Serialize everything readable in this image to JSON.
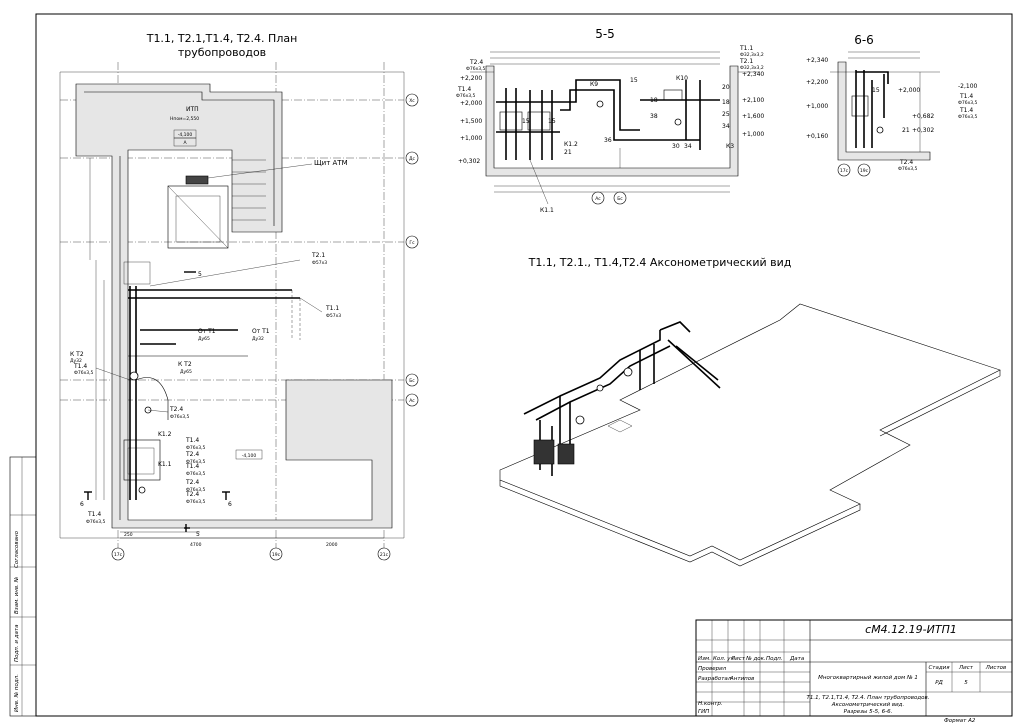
{
  "plan": {
    "title_line1": "T1.1, T2.1,T1.4, T2.4. План",
    "title_line2": "трубопроводов",
    "room_name": "ИТП",
    "room_height": "Hпом=2,550",
    "room_level": "-4,100",
    "room_tag": "А",
    "floor_level": "-4,100",
    "shield_label": "Щит АТМ",
    "section_mark_5": "5",
    "section_mark_6": "6",
    "axes_right": [
      "Хс",
      "Дс",
      "Гс",
      "Бс",
      "Ас"
    ],
    "axes_bottom": [
      "17с",
      "19с",
      "21с"
    ],
    "dims_bottom": [
      "250",
      "4700",
      "2000"
    ],
    "pipes": [
      {
        "name": "T2.1",
        "size": "Ф57х3"
      },
      {
        "name": "T1.1",
        "size": "Ф57х3"
      },
      {
        "name": "От Т1",
        "size": "Ду65"
      },
      {
        "name": "От Т1",
        "size": "Ду32"
      },
      {
        "name": "К Т2",
        "size": "Ду32"
      },
      {
        "name": "T1.4",
        "size": "Ф76х3,5"
      },
      {
        "name": "К Т2",
        "size": "Ду65"
      },
      {
        "name": "T2.4",
        "size": "Ф76х3,5"
      },
      {
        "name": "K1.2",
        "size": ""
      },
      {
        "name": "T1.4",
        "size": "Ф76х3,5"
      },
      {
        "name": "T2.4",
        "size": "Ф76х3,5"
      },
      {
        "name": "K1.1",
        "size": ""
      },
      {
        "name": "T1.4",
        "size": "Ф76х3,5"
      },
      {
        "name": "T2.4",
        "size": "Ф76х3,5"
      },
      {
        "name": "T2.4",
        "size": "Ф76х3,5"
      },
      {
        "name": "T1.4",
        "size": "Ф76х3,5"
      }
    ]
  },
  "section55": {
    "title": "5-5",
    "levels_left": [
      "+2,200",
      "+2,000",
      "+1,500",
      "+1,000",
      "+0,302"
    ],
    "levels_right": [
      "+2,340",
      "+2,100",
      "+1,600",
      "+1,000"
    ],
    "left_tags": [
      {
        "name": "T2.4",
        "size": "Ф76х3,5"
      },
      {
        "name": "T1.4",
        "size": "Ф76х3,5"
      }
    ],
    "right_tags": [
      {
        "name": "T1.1",
        "size": "Ф32,3х3,2"
      },
      {
        "name": "T2.1",
        "size": "Ф32,3х3,2"
      }
    ],
    "callouts": [
      "К9",
      "15",
      "К10",
      "15",
      "15",
      "18",
      "38",
      "20",
      "18",
      "25",
      "34",
      "36",
      "К1.2",
      "21",
      "30",
      "34",
      "К3",
      "К1.1"
    ],
    "axes": [
      "Ас",
      "Бс"
    ]
  },
  "section66": {
    "title": "6-6",
    "levels": [
      "+2,340",
      "+2,200",
      "+1,000",
      "+0,160"
    ],
    "levels_right": [
      "-2,100",
      "+2,000",
      "+0,682",
      "+0,302"
    ],
    "tags": [
      {
        "name": "T1.4",
        "size": "Ф76х3,5"
      },
      {
        "name": "T1.4",
        "size": "Ф76х3,5"
      },
      {
        "name": "T2.4",
        "size": "Ф76х3,5"
      }
    ],
    "callouts": [
      "15",
      "21"
    ],
    "axes": [
      "17с",
      "19с"
    ]
  },
  "iso": {
    "title": "T1.1, T2.1., T1.4,T2.4 Аксонометрический вид"
  },
  "left_strip": {
    "items": [
      "Согласовано",
      "Взам. инв. №",
      "Подп. и дата",
      "Инв. № подл."
    ]
  },
  "title_block": {
    "code": "сМ4.12.19-ИТП1",
    "headers": [
      "Изм.",
      "Кол. уч",
      "Лист",
      "№ док.",
      "Подп.",
      "Дата"
    ],
    "roles": [
      "Проверил",
      "Разработал",
      "Н.контр.",
      "ГИП"
    ],
    "developer": "Антипов",
    "object": "Многоквартирный жилой дом № 1",
    "sheet_title_1": "Т1.1, Т2.1,Т1.4, Т2.4. План трубопроводов.",
    "sheet_title_2": "Аксонометрический вид.",
    "sheet_title_3": "Разрезы 5-5, 6-6.",
    "stage_h": "Стадия",
    "sheet_h": "Лист",
    "sheets_h": "Листов",
    "stage": "РД",
    "sheet": "5",
    "format": "Формат А2"
  }
}
